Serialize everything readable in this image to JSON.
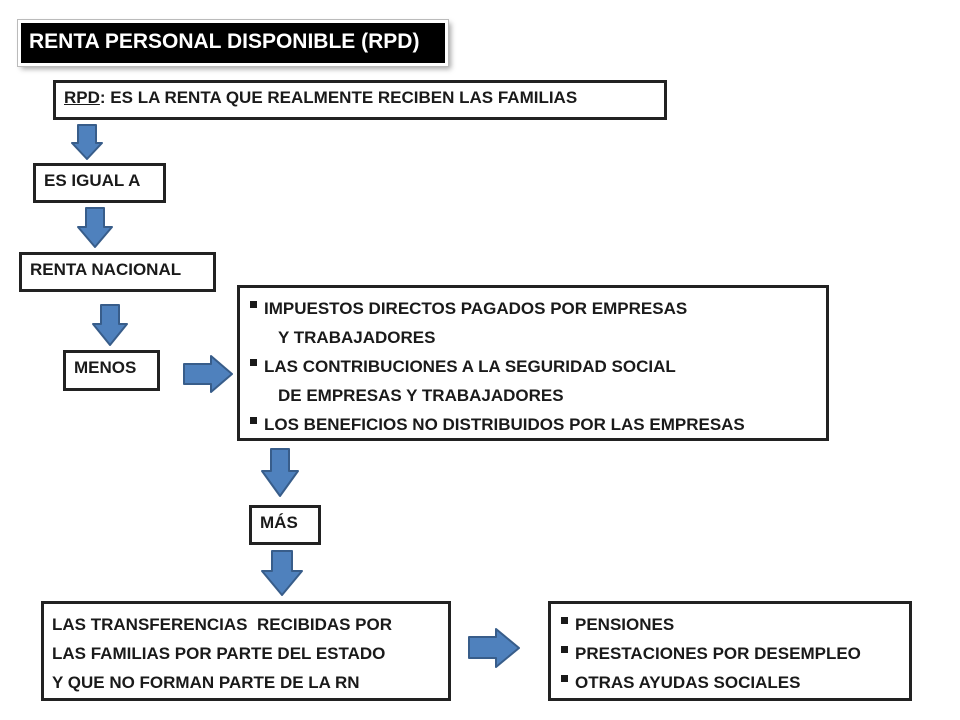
{
  "title": "RENTA PERSONAL DISPONIBLE (RPD)",
  "definition": {
    "term": "RPD",
    "text": ": ES LA RENTA QUE REALMENTE RECIBEN LAS FAMILIAS"
  },
  "steps": {
    "equals": "ES IGUAL A",
    "national_income": "RENTA NACIONAL",
    "minus": "MENOS",
    "plus": "MÁS"
  },
  "deductions": [
    [
      "IMPUESTOS DIRECTOS PAGADOS POR EMPRESAS",
      "Y TRABAJADORES"
    ],
    [
      "LAS CONTRIBUCIONES A LA SEGURIDAD SOCIAL",
      "DE EMPRESAS Y TRABAJADORES"
    ],
    [
      "LOS BENEFICIOS NO DISTRIBUIDOS POR LAS EMPRESAS"
    ]
  ],
  "transfers": {
    "lines": [
      "LAS TRANSFERENCIAS  RECIBIDAS POR",
      "LAS FAMILIAS POR PARTE DEL ESTADO",
      "Y QUE NO FORMAN PARTE DE LA RN"
    ]
  },
  "transfer_examples": [
    "PENSIONES",
    "PRESTACIONES POR DESEMPLEO",
    "OTRAS AYUDAS SOCIALES"
  ],
  "colors": {
    "arrow_fill": "#4f81bd",
    "arrow_stroke": "#385d8a",
    "box_border": "#222222",
    "title_bg": "#000000"
  }
}
